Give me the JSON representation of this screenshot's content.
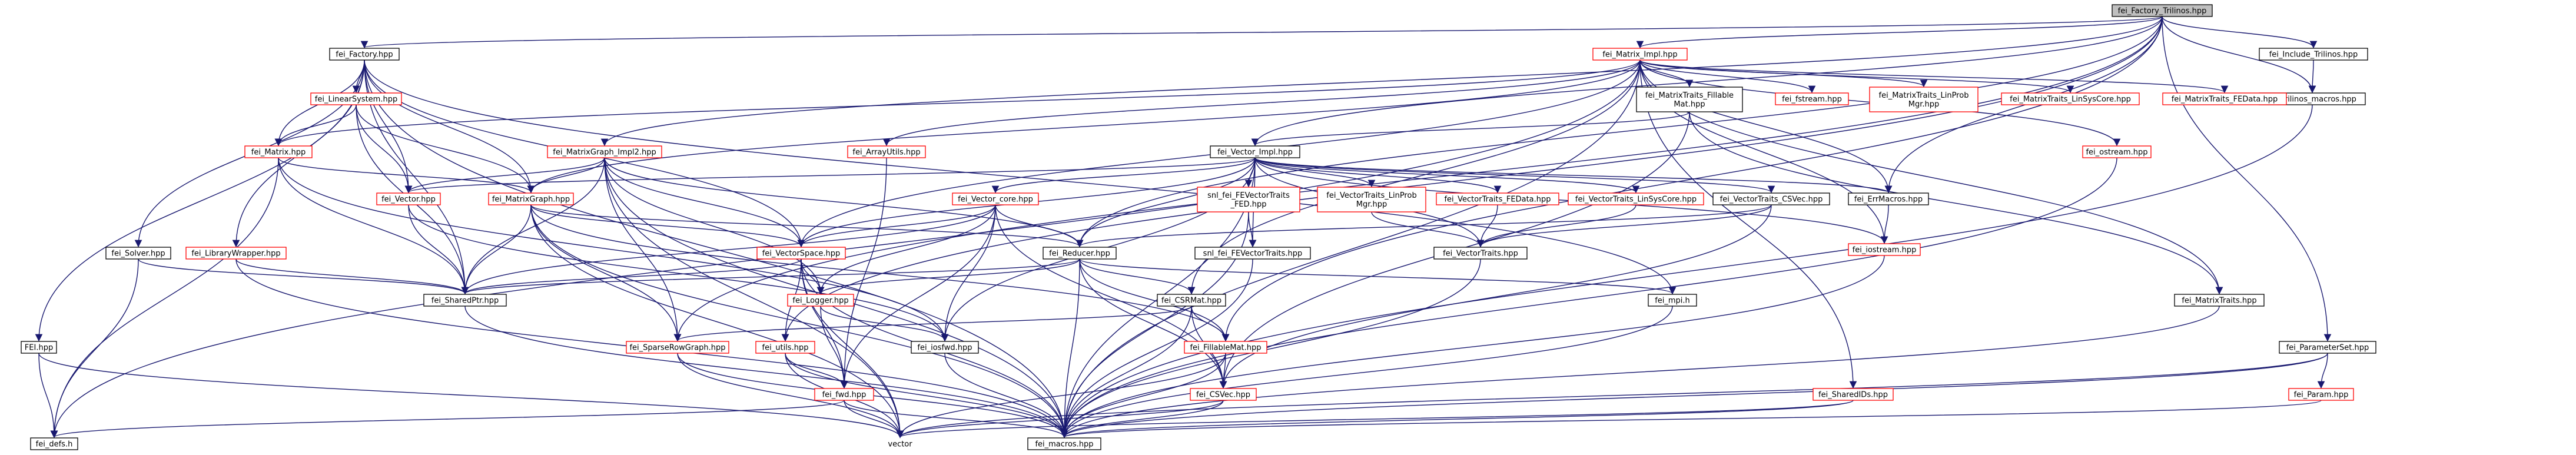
{
  "colors": {
    "edge": "#191970",
    "root_fill": "#bfbfbf",
    "node_fill": "#ffffff",
    "node_border": "#000000",
    "undocumented_border": "#ff0000"
  },
  "nodes": [
    {
      "id": "factory_trilinos",
      "lines": [
        "fei_Factory_Trilinos.hpp"
      ],
      "kind": "root"
    },
    {
      "id": "factory",
      "lines": [
        "fei_Factory.hpp"
      ],
      "kind": "doc"
    },
    {
      "id": "matrix_impl",
      "lines": [
        "fei_Matrix_Impl.hpp"
      ],
      "kind": "undoc"
    },
    {
      "id": "include_trilinos",
      "lines": [
        "fei_Include_Trilinos.hpp"
      ],
      "kind": "doc"
    },
    {
      "id": "trilinos_macros",
      "lines": [
        "fei_trilinos_macros.hpp"
      ],
      "kind": "doc"
    },
    {
      "id": "linear_system",
      "lines": [
        "fei_LinearSystem.hpp"
      ],
      "kind": "undoc"
    },
    {
      "id": "matrix",
      "lines": [
        "fei_Matrix.hpp"
      ],
      "kind": "undoc"
    },
    {
      "id": "matrixtraits_fillable",
      "lines": [
        "fei_MatrixTraits_Fillable",
        "Mat.hpp"
      ],
      "kind": "doc"
    },
    {
      "id": "fstream",
      "lines": [
        "fei_fstream.hpp"
      ],
      "kind": "undoc"
    },
    {
      "id": "mt_linprobmgr",
      "lines": [
        "fei_MatrixTraits_LinProb",
        "Mgr.hpp"
      ],
      "kind": "undoc"
    },
    {
      "id": "mt_linsyscore",
      "lines": [
        "fei_MatrixTraits_LinSysCore.hpp"
      ],
      "kind": "undoc"
    },
    {
      "id": "mt_fedata",
      "lines": [
        "fei_MatrixTraits_FEData.hpp"
      ],
      "kind": "undoc"
    },
    {
      "id": "matrixgraph_impl2",
      "lines": [
        "fei_MatrixGraph_Impl2.hpp"
      ],
      "kind": "undoc"
    },
    {
      "id": "arrayutils",
      "lines": [
        "fei_ArrayUtils.hpp"
      ],
      "kind": "undoc"
    },
    {
      "id": "vector_impl",
      "lines": [
        "fei_Vector_Impl.hpp"
      ],
      "kind": "doc"
    },
    {
      "id": "ostream",
      "lines": [
        "fei_ostream.hpp"
      ],
      "kind": "undoc"
    },
    {
      "id": "vector",
      "lines": [
        "fei_Vector.hpp"
      ],
      "kind": "undoc"
    },
    {
      "id": "matrixgraph",
      "lines": [
        "fei_MatrixGraph.hpp"
      ],
      "kind": "undoc"
    },
    {
      "id": "vector_core",
      "lines": [
        "fei_Vector_core.hpp"
      ],
      "kind": "undoc"
    },
    {
      "id": "snl_vectortraits",
      "lines": [
        "snl_fei_FEVectorTraits",
        "_FED.hpp"
      ],
      "kind": "undoc"
    },
    {
      "id": "vt_linprobmgr",
      "lines": [
        "fei_VectorTraits_LinProb",
        "Mgr.hpp"
      ],
      "kind": "undoc"
    },
    {
      "id": "vt_fedata",
      "lines": [
        "fei_VectorTraits_FEData.hpp"
      ],
      "kind": "undoc"
    },
    {
      "id": "vt_linsyscore",
      "lines": [
        "fei_VectorTraits_LinSysCore.hpp"
      ],
      "kind": "undoc"
    },
    {
      "id": "vt_csvec",
      "lines": [
        "fei_VectorTraits_CSVec.hpp"
      ],
      "kind": "doc"
    },
    {
      "id": "errmacros",
      "lines": [
        "fei_ErrMacros.hpp"
      ],
      "kind": "doc"
    },
    {
      "id": "iostream",
      "lines": [
        "fei_iostream.hpp"
      ],
      "kind": "undoc"
    },
    {
      "id": "solver",
      "lines": [
        "fei_Solver.hpp"
      ],
      "kind": "doc"
    },
    {
      "id": "librarywrapper",
      "lines": [
        "fei_LibraryWrapper.hpp"
      ],
      "kind": "undoc"
    },
    {
      "id": "fei_hpp",
      "lines": [
        "FEI.hpp"
      ],
      "kind": "doc"
    },
    {
      "id": "vectorspace",
      "lines": [
        "fei_VectorSpace.hpp"
      ],
      "kind": "undoc"
    },
    {
      "id": "reducer",
      "lines": [
        "fei_Reducer.hpp"
      ],
      "kind": "doc"
    },
    {
      "id": "snl_fevectortraits",
      "lines": [
        "snl_fei_FEVectorTraits.hpp"
      ],
      "kind": "doc"
    },
    {
      "id": "vectortraits",
      "lines": [
        "fei_VectorTraits.hpp"
      ],
      "kind": "doc"
    },
    {
      "id": "sharedptr",
      "lines": [
        "fei_SharedPtr.hpp"
      ],
      "kind": "doc"
    },
    {
      "id": "logger",
      "lines": [
        "fei_Logger.hpp"
      ],
      "kind": "undoc"
    },
    {
      "id": "csrmat",
      "lines": [
        "fei_CSRMat.hpp"
      ],
      "kind": "doc"
    },
    {
      "id": "mpi",
      "lines": [
        "fei_mpi.h"
      ],
      "kind": "doc"
    },
    {
      "id": "matrixtraits",
      "lines": [
        "fei_MatrixTraits.hpp"
      ],
      "kind": "doc"
    },
    {
      "id": "parameterset",
      "lines": [
        "fei_ParameterSet.hpp"
      ],
      "kind": "doc"
    },
    {
      "id": "sparserowgraph",
      "lines": [
        "fei_SparseRowGraph.hpp"
      ],
      "kind": "undoc"
    },
    {
      "id": "utils",
      "lines": [
        "fei_utils.hpp"
      ],
      "kind": "undoc"
    },
    {
      "id": "iosfwd",
      "lines": [
        "fei_iosfwd.hpp"
      ],
      "kind": "doc"
    },
    {
      "id": "fillablemat",
      "lines": [
        "fei_FillableMat.hpp"
      ],
      "kind": "undoc"
    },
    {
      "id": "csvec",
      "lines": [
        "fei_CSVec.hpp"
      ],
      "kind": "undoc"
    },
    {
      "id": "fwd",
      "lines": [
        "fei_fwd.hpp"
      ],
      "kind": "undoc"
    },
    {
      "id": "sharedids",
      "lines": [
        "fei_SharedIDs.hpp"
      ],
      "kind": "undoc"
    },
    {
      "id": "param",
      "lines": [
        "fei_Param.hpp"
      ],
      "kind": "undoc"
    },
    {
      "id": "defs",
      "lines": [
        "fei_defs.h"
      ],
      "kind": "doc"
    },
    {
      "id": "vector_std",
      "lines": [
        "vector"
      ],
      "kind": "plain"
    },
    {
      "id": "macros",
      "lines": [
        "fei_macros.hpp"
      ],
      "kind": "doc"
    }
  ]
}
